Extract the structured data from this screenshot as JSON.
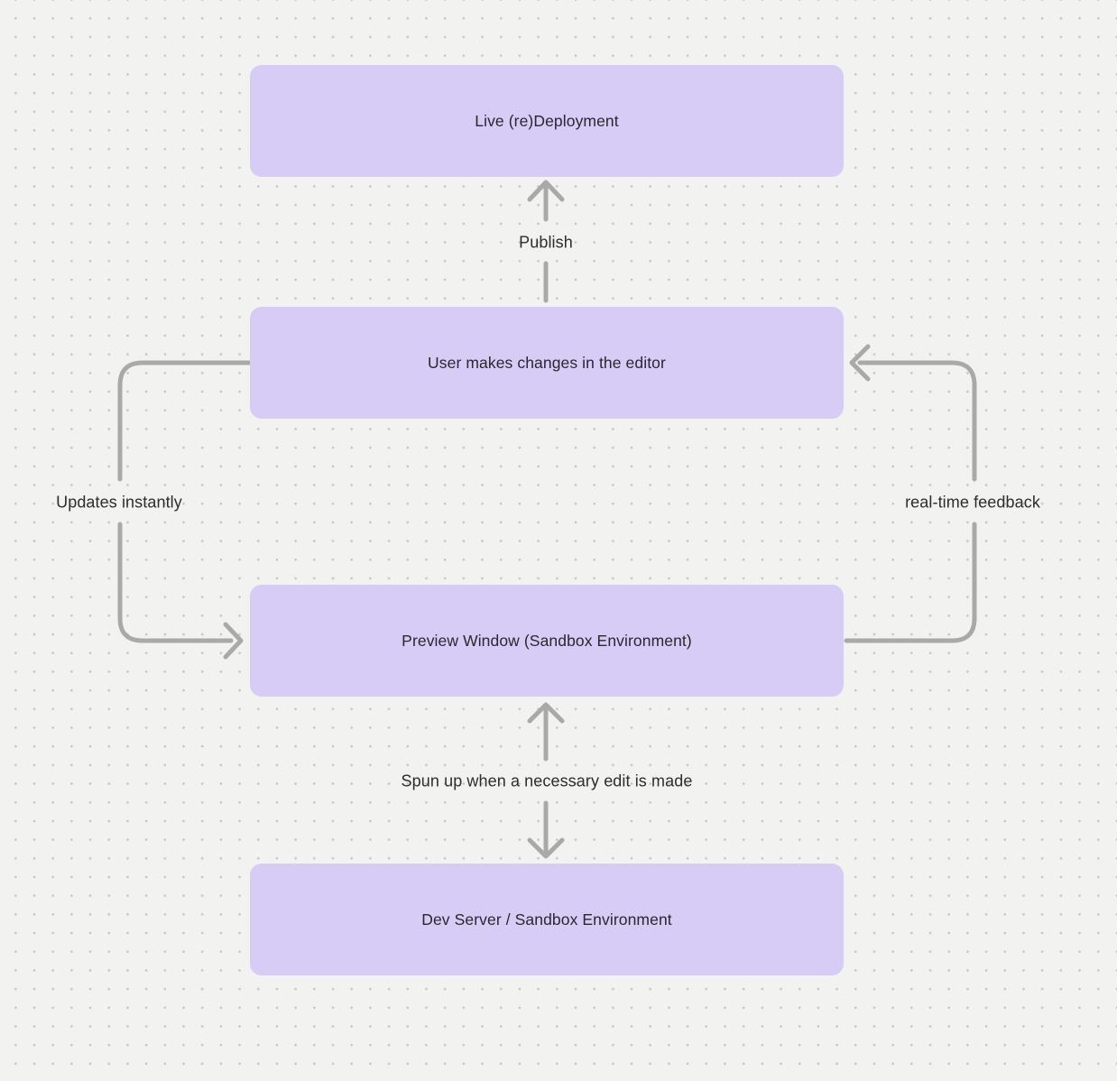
{
  "diagram": {
    "colors": {
      "background": "#f2f2f1",
      "dot_color": "#c5c5c5",
      "node_fill": "#d7ccf6",
      "node_text": "#29272f",
      "arrow_color": "#a9a9a9",
      "label_text": "#2d2d2d"
    },
    "nodes": [
      {
        "id": "live-redeployment",
        "label": "Live (re)Deployment"
      },
      {
        "id": "user-edits",
        "label": "User makes changes in the editor"
      },
      {
        "id": "preview-window",
        "label": "Preview Window (Sandbox Environment)"
      },
      {
        "id": "dev-server",
        "label": "Dev Server / Sandbox Environment"
      }
    ],
    "edges": [
      {
        "from": "user-edits",
        "to": "live-redeployment",
        "label": "Publish",
        "direction": "up"
      },
      {
        "from": "user-edits",
        "to": "preview-window",
        "label": "Updates instantly",
        "side": "left"
      },
      {
        "from": "preview-window",
        "to": "user-edits",
        "label": "real-time feedback",
        "side": "right"
      },
      {
        "from": "preview-window",
        "to": "dev-server",
        "label": "Spun up when a necessary edit is made",
        "direction": "both"
      }
    ]
  }
}
